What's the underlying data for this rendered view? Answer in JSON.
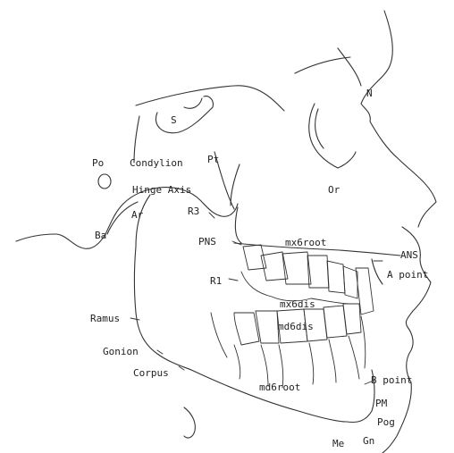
{
  "figure": {
    "background": "#ffffff",
    "line_color": "#333333",
    "text_color": "#222222",
    "landmarks": {
      "S": "S",
      "N": "N",
      "Po": "Po",
      "Condylion": "Condylion",
      "Pt": "Pt",
      "Or": "Or",
      "Hinge_Axis": "Hinge Axis",
      "Ar": "Ar",
      "R3": "R3",
      "Ba": "Ba",
      "PNS": "PNS",
      "mx6root": "mx6root",
      "ANS": "ANS",
      "A_point": "A point",
      "R1": "R1",
      "mx6dis": "mx6dis",
      "md6dis": "md6dis",
      "Ramus": "Ramus",
      "Gonion": "Gonion",
      "Corpus": "Corpus",
      "md6root": "md6root",
      "B_point": "B point",
      "PM": "PM",
      "Pog": "Pog",
      "Gn": "Gn",
      "Me": "Me"
    }
  }
}
